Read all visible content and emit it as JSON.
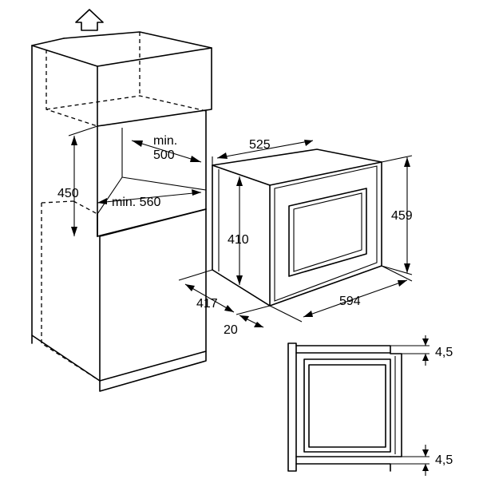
{
  "diagram": {
    "labels": {
      "min_depth_line1": "min.",
      "min_depth_line2": "500",
      "height_450": "450",
      "width_min_560": "min. 560",
      "depth_525": "525",
      "height_459": "459",
      "height_410": "410",
      "depth_417": "417",
      "width_594": "594",
      "offset_20": "20",
      "gap_top": "4,5",
      "gap_bottom": "4,5"
    },
    "icons": {
      "up_arrow": "up-arrow-icon"
    }
  }
}
